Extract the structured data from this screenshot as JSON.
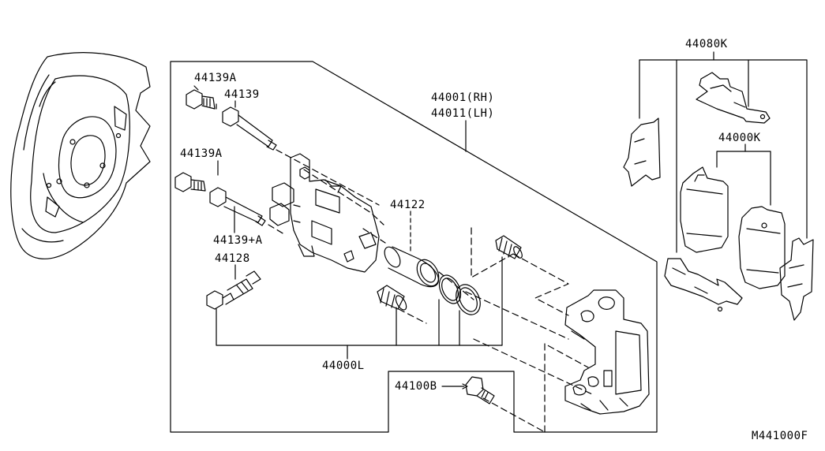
{
  "parts": {
    "p44139a_1": "44139A",
    "p44139": "44139",
    "p44139a_2": "44139A",
    "p44139_plus_a": "44139+A",
    "p44128": "44128",
    "p44001": "44001(RH)",
    "p44011": "44011(LH)",
    "p44122": "44122",
    "p44000l": "44000L",
    "p44100b": "44100B",
    "p44080k": "44080K",
    "p44000k": "44000K"
  },
  "figure_code": "M441000F",
  "line_color": "#000000",
  "background": "#ffffff"
}
